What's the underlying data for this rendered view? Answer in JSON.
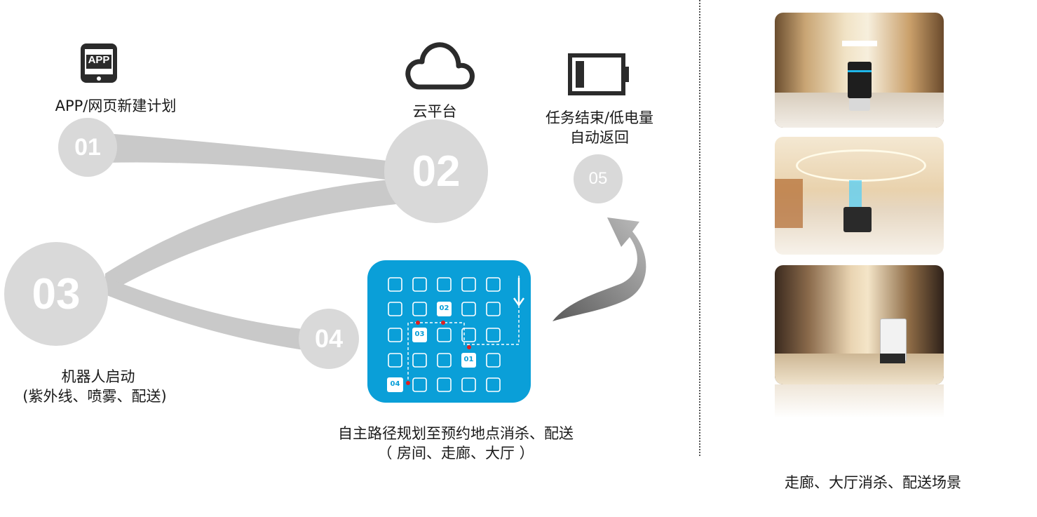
{
  "steps": [
    {
      "num": "01",
      "label_lines": [
        "APP/网页新建计划"
      ]
    },
    {
      "num": "02",
      "label_lines": [
        "云平台"
      ]
    },
    {
      "num": "03",
      "label_lines": [
        "机器人启动",
        "(紫外线、喷雾、配送)"
      ]
    },
    {
      "num": "04",
      "label_lines": [
        "自主路径规划至预约地点消杀、配送",
        "（ 房间、走廊、大厅 ）"
      ]
    },
    {
      "num": "05",
      "label_lines": [
        "任务结束/低电量",
        "自动返回"
      ]
    }
  ],
  "icons": {
    "app": "app-tablet-icon",
    "cloud": "cloud-icon",
    "battery": "battery-low-icon",
    "return_arrow": "return-arrow-icon"
  },
  "app_icon_text": "APP",
  "route_map": {
    "markers": [
      "02",
      "03",
      "01",
      "04"
    ],
    "background_color": "#0a9fd8"
  },
  "scene_caption": "走廊、大厅消杀、配送场景",
  "colors": {
    "circle": "#d9d9d9",
    "ribbon": "#c8c8c8",
    "map_blue": "#0a9fd8",
    "marker_red": "#e02020"
  }
}
